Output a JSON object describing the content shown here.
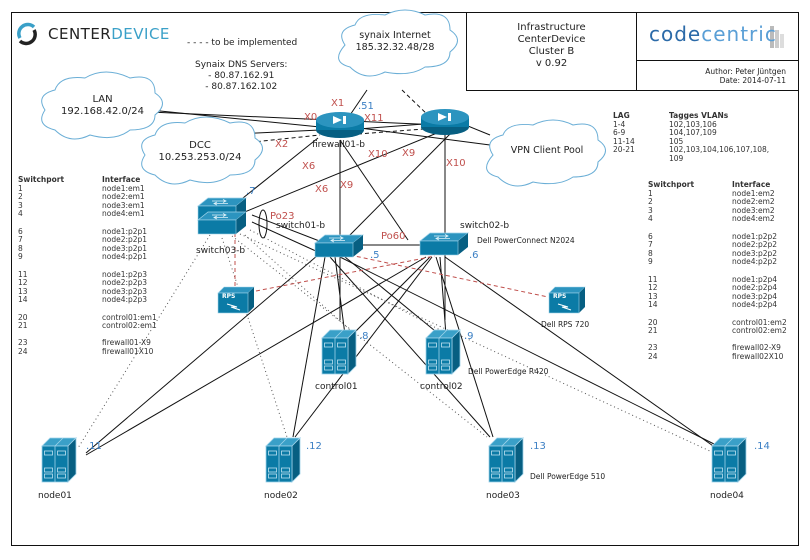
{
  "header": {
    "brand": {
      "name_part1": "CENTER",
      "name_part2": "DEVICE"
    },
    "legend_dashed": "- - - -  to be implemented",
    "dns": {
      "title": "Synaix DNS Servers:",
      "servers": [
        "- 80.87.162.91",
        "- 80.87.162.102"
      ]
    }
  },
  "title_block": {
    "lines": [
      "Infrastructure",
      "CenterDevice",
      "Cluster B",
      "v 0.92"
    ],
    "company_logo": {
      "part1": "code",
      "part2": "centric"
    },
    "author": "Author: Peter Jüntgen",
    "date": "Date: 2014-07-11"
  },
  "clouds": {
    "lan": {
      "name": "LAN",
      "cidr": "192.168.42.0/24"
    },
    "dcc": {
      "name": "DCC",
      "cidr": "10.253.253.0/24"
    },
    "internet": {
      "name": "synaix Internet",
      "cidr": "185.32.32.48/28"
    },
    "vpn": {
      "name": "VPN Client Pool"
    }
  },
  "devices": {
    "firewall1": {
      "name": "firewall01-b",
      "ip": ".51"
    },
    "firewall2": {
      "name": ""
    },
    "switch3": {
      "name": "switch03-b",
      "ip": ".7"
    },
    "switch1": {
      "name": "switch01-b",
      "ip": ".5"
    },
    "switch2": {
      "name": "switch02-b",
      "ip": ".6",
      "model": "Dell PowerConnect N2024"
    },
    "rps1": {
      "label": "RPS"
    },
    "rps2": {
      "label": "RPS",
      "model": "Dell RPS 720"
    },
    "control1": {
      "name": "control01",
      "ip": ".8"
    },
    "control2": {
      "name": "control02",
      "ip": ".9",
      "model": "Dell PowerEdge R420"
    },
    "node1": {
      "name": "node01",
      "ip": ".11"
    },
    "node2": {
      "name": "node02",
      "ip": ".12"
    },
    "node3": {
      "name": "node03",
      "ip": ".13",
      "model": "Dell PowerEdge 510"
    },
    "node4": {
      "name": "node04",
      "ip": ".14"
    }
  },
  "port_labels": {
    "x0": "X0",
    "x1": "X1",
    "x2": "X2",
    "x11": "X11",
    "x6a": "X6",
    "x6b": "X6",
    "x9a": "X9",
    "x9b": "X9",
    "x10a": "X10",
    "x10b": "X10",
    "po23": "Po23",
    "po60": "Po60"
  },
  "lag_table": {
    "headers": [
      "LAG",
      "Tagges VLANs"
    ],
    "rows": [
      [
        "1-4",
        "102,103,106"
      ],
      [
        "6-9",
        "104,107,109"
      ],
      [
        "11-14",
        "105"
      ],
      [
        "20-21",
        "102,103,104,106,107,108,"
      ],
      [
        "",
        "109"
      ]
    ]
  },
  "left_ports": {
    "headers": [
      "Switchport",
      "Interface"
    ],
    "groups": [
      [
        [
          "1",
          "node1:em1"
        ],
        [
          "2",
          "node2:em1"
        ],
        [
          "3",
          "node3:em1"
        ],
        [
          "4",
          "node4:em1"
        ]
      ],
      [
        [
          "6",
          "node1:p2p1"
        ],
        [
          "7",
          "node2:p2p1"
        ],
        [
          "8",
          "node3:p2p1"
        ],
        [
          "9",
          "node4:p2p1"
        ]
      ],
      [
        [
          "11",
          "node1:p2p3"
        ],
        [
          "12",
          "node2:p2p3"
        ],
        [
          "13",
          "node3:p2p3"
        ],
        [
          "14",
          "node4:p2p3"
        ]
      ],
      [
        [
          "20",
          "control01:em1"
        ],
        [
          "21",
          "control02:em1"
        ]
      ],
      [
        [
          "23",
          "firewall01-X9"
        ],
        [
          "24",
          "firewall01X10"
        ]
      ]
    ]
  },
  "right_ports": {
    "headers": [
      "Switchport",
      "Interface"
    ],
    "groups": [
      [
        [
          "1",
          "node1:em2"
        ],
        [
          "2",
          "node2:em2"
        ],
        [
          "3",
          "node3:em2"
        ],
        [
          "4",
          "node4:em2"
        ]
      ],
      [
        [
          "6",
          "node1:p2p2"
        ],
        [
          "7",
          "node2:p2p2"
        ],
        [
          "8",
          "node3:p2p2"
        ],
        [
          "9",
          "node4:p2p2"
        ]
      ],
      [
        [
          "11",
          "node1:p2p4"
        ],
        [
          "12",
          "node2:p2p4"
        ],
        [
          "13",
          "node3:p2p4"
        ],
        [
          "14",
          "node4:p2p4"
        ]
      ],
      [
        [
          "20",
          "control01:em2"
        ],
        [
          "21",
          "control02:em2"
        ]
      ],
      [
        [
          "23",
          "firewall02-X9"
        ],
        [
          "24",
          "firewall02X10"
        ]
      ]
    ]
  },
  "colors": {
    "device": "#0b7ba6",
    "device_edge": "#0a5f80",
    "cloud_stroke": "#6aaed6",
    "ip": "#3b7fc4",
    "port": "#c0504d"
  }
}
